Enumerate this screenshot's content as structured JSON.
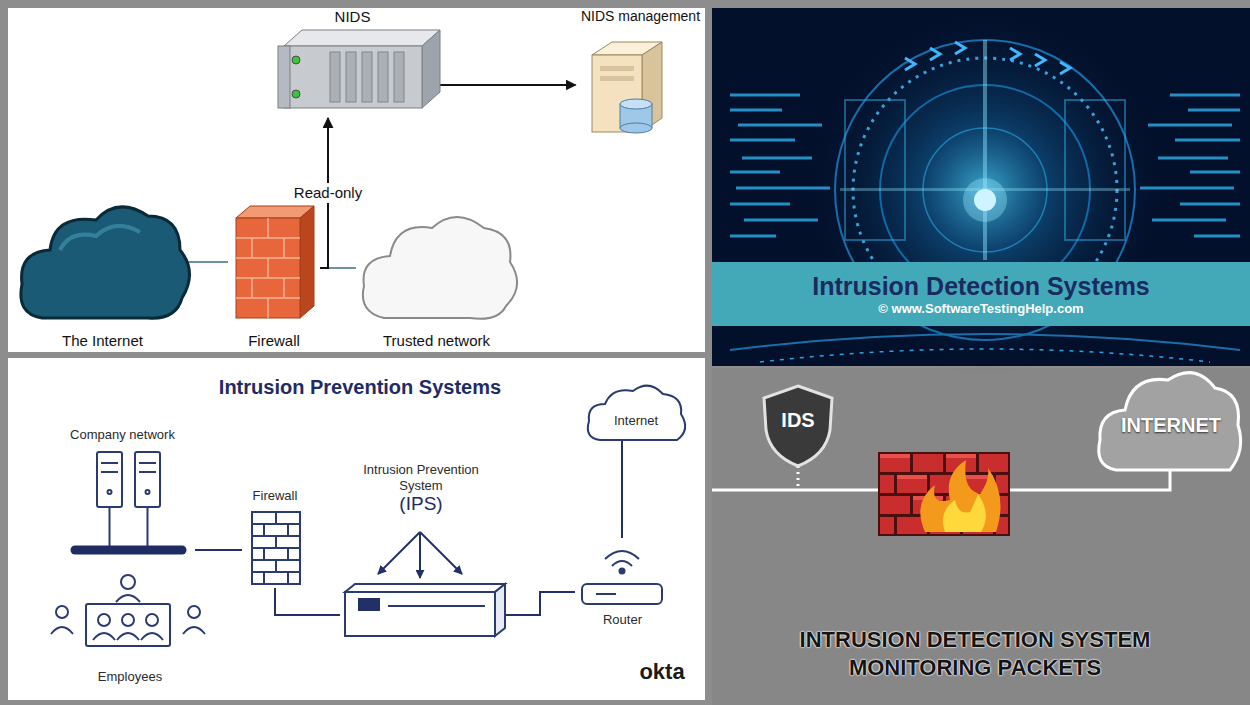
{
  "diagram": {
    "nodes": [
      {
        "text": [
          "NIDS"
        ]
      },
      {
        "text": [
          "NIDS management"
        ]
      },
      {
        "text": [
          "The Internet"
        ]
      },
      {
        "text": [
          "Firewall"
        ]
      },
      {
        "text": [
          "Trusted network"
        ]
      },
      {
        "text": [
          "Intrusion Detection Systems",
          "© www.SoftwareTestingHelp.com"
        ]
      },
      {
        "text": [
          "Company network"
        ]
      },
      {
        "text": [
          "Employees"
        ]
      },
      {
        "text": [
          "Firewall"
        ]
      },
      {
        "text": [
          "Intrusion Prevention System",
          "(IPS)"
        ]
      },
      {
        "text": [
          "Internet"
        ]
      },
      {
        "text": [
          "Router"
        ]
      },
      {
        "text": [
          "IDS"
        ]
      },
      {
        "text": [
          "INTERNET"
        ]
      }
    ],
    "edges": [
      {
        "from": 0,
        "to": 1,
        "arrow": "to"
      },
      {
        "from": 2,
        "to": 3,
        "arrow": "none"
      },
      {
        "from": 3,
        "to": 4,
        "arrow": "none"
      },
      {
        "from": 3,
        "to": 0,
        "label": "Read-only",
        "arrow": "to"
      },
      {
        "from": 6,
        "to": 8,
        "arrow": "none"
      },
      {
        "from": 8,
        "to": 9,
        "arrow": "none"
      },
      {
        "from": 9,
        "to": 11,
        "arrow": "none"
      },
      {
        "from": 11,
        "to": 10,
        "arrow": "none"
      },
      {
        "from": 12,
        "to": 13,
        "arrow": "none"
      }
    ],
    "labels": [
      "Intrusion Prevention Systems",
      "okta",
      "INTRUSION DETECTION SYSTEM MONITORING PACKETS"
    ]
  }
}
